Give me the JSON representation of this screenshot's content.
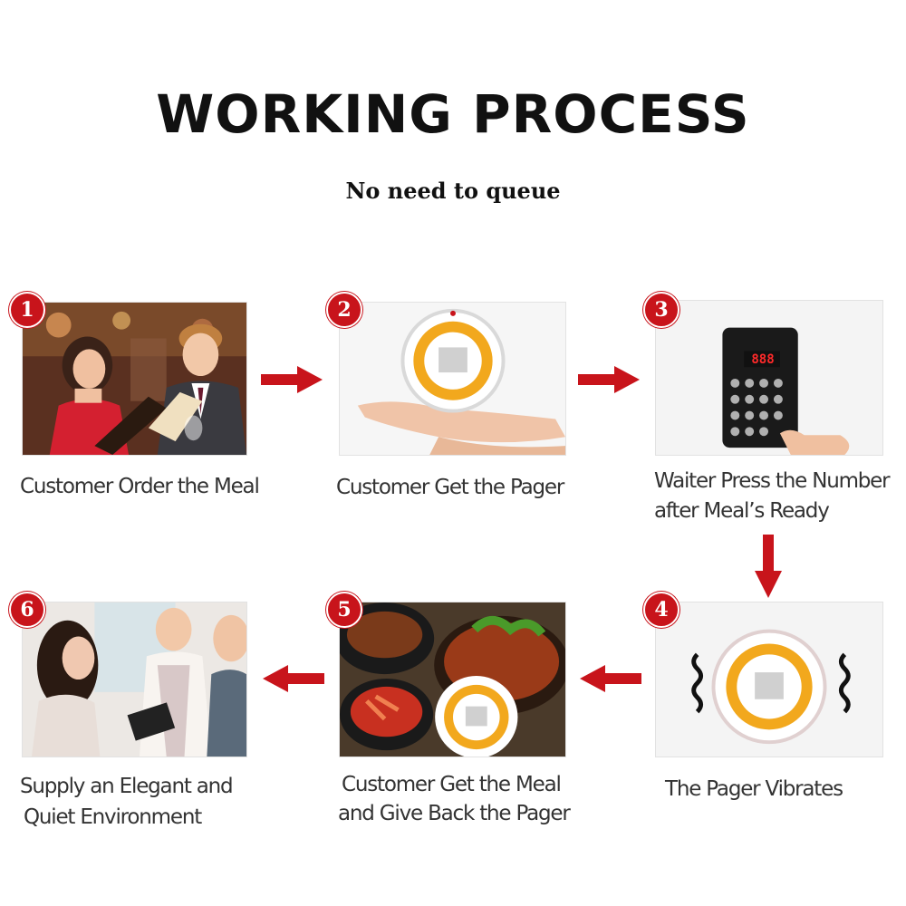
{
  "title": "WORKING PROCESS",
  "subtitle": "No need to queue",
  "colors": {
    "accent": "#c8141b",
    "pager_ring": "#f2a81d"
  },
  "steps": [
    {
      "number": "1",
      "caption_lines": [
        "Customer Order the Meal"
      ],
      "image": "couple-reading-menu"
    },
    {
      "number": "2",
      "caption_lines": [
        "Customer Get the Pager"
      ],
      "image": "hand-holding-pager"
    },
    {
      "number": "3",
      "caption_lines": [
        "Waiter Press the Number",
        "after Meal’s Ready"
      ],
      "image": "keypad-transmitter",
      "display": "888"
    },
    {
      "number": "4",
      "caption_lines": [
        "The Pager Vibrates"
      ],
      "image": "vibrating-pager"
    },
    {
      "number": "5",
      "caption_lines": [
        "Customer Get the Meal",
        "and Give Back the Pager"
      ],
      "image": "food-and-pager"
    },
    {
      "number": "6",
      "caption_lines": [
        "Supply an Elegant and",
        "Quiet Environment"
      ],
      "image": "restaurant-service"
    }
  ]
}
